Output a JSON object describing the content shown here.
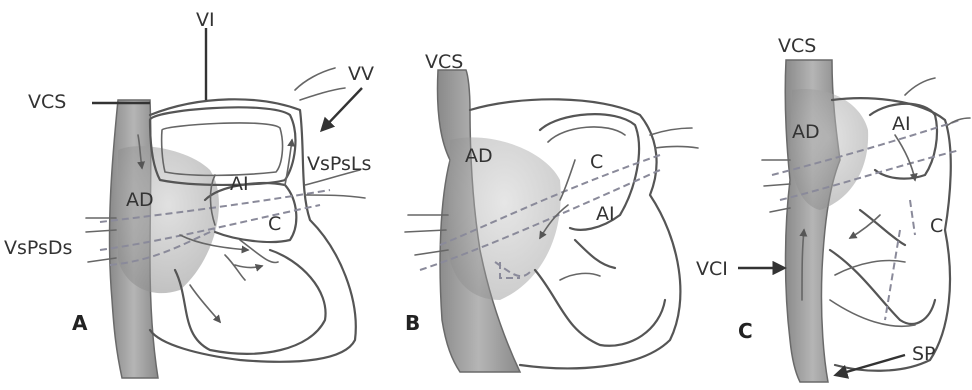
{
  "colors": {
    "ink": "#555555",
    "shade": "#9a9a9a",
    "background": "#ffffff",
    "label": "#333333"
  },
  "panel_a": {
    "letter": "A",
    "labels": {
      "vi": "VI",
      "vv": "VV",
      "vcs": "VCS",
      "vspslS": "VsPsLs",
      "vspsds": "VsPsDs",
      "ad": "AD",
      "ai": "AI",
      "c": "C"
    }
  },
  "panel_b": {
    "letter": "B",
    "labels": {
      "vcs": "VCS",
      "ad": "AD",
      "c": "C",
      "ai": "AI"
    }
  },
  "panel_c": {
    "letter": "C",
    "labels": {
      "vcs": "VCS",
      "ad": "AD",
      "ai": "AI",
      "c": "C",
      "vci": "VCI",
      "sp": "SP"
    }
  }
}
